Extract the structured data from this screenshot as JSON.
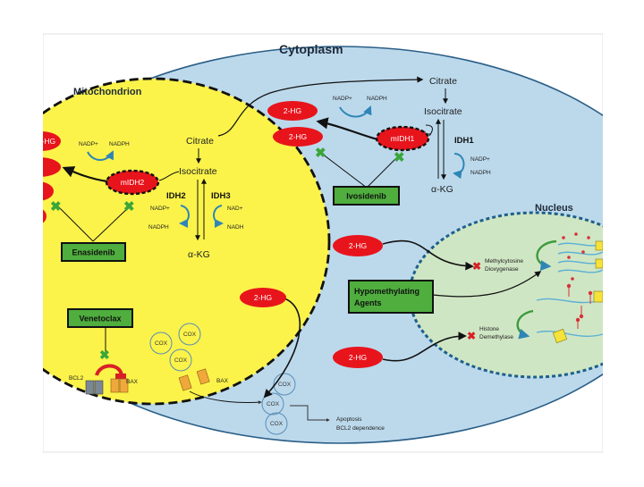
{
  "compartments": {
    "cytoplasm": "Cytoplasm",
    "mitochondrion": "Mitochondrion",
    "nucleus": "Nucleus"
  },
  "cytoplasm_pathway": {
    "citrate": "Citrate",
    "isocitrate": "Isocitrate",
    "akg": "α-KG",
    "enzyme": "IDH1",
    "nadp_plus": "NADP+",
    "nadph": "NADPH",
    "mutant": "mIDH1",
    "cofactor_nadp_plus": "NADP+",
    "cofactor_nadph": "NADPH"
  },
  "mito_pathway": {
    "citrate": "Citrate",
    "isocitrate": "Isocitrate",
    "akg": "α-KG",
    "idh2": "IDH2",
    "idh3": "IDH3",
    "idh2_nadp_plus": "NADP+",
    "idh2_nadph": "NADPH",
    "idh3_nad_plus": "NAD+",
    "idh3_nadh": "NADH",
    "mutant": "mIDH2",
    "cofactor_nadp_plus": "NADP+",
    "cofactor_nadph": "NADPH"
  },
  "oncometabolite": "2-HG",
  "drugs": {
    "ivosidenib": "Ivosidenib",
    "enasidenib": "Enasidenib",
    "venetoclax": "Venetoclax",
    "hma": "Hypomethylating Agents"
  },
  "apoptosis": {
    "bcl2": "BCL2",
    "bax_mito": "BAX",
    "bax_cyto": "BAX",
    "cox": "COX",
    "outcome_line1": "Apoptosis",
    "outcome_line2": "BCL2 dependence"
  },
  "nuclear_targets": {
    "methylcytosine_line1": "Methylcytosine",
    "methylcytosine_line2": "Dioxygenase",
    "histone_line1": "Histone",
    "histone_line2": "Demethylase"
  },
  "colors": {
    "cytoplasm": "#bcd9ec",
    "mitochondrion": "#fbf34a",
    "nucleus": "#cfe6c4",
    "oncometabolite": "#e8141c",
    "drug_box": "#4fae3e",
    "inhibit_green": "#3aa63a",
    "inhibit_red": "#d81f26",
    "curved_arrow": "#2f86b5"
  }
}
